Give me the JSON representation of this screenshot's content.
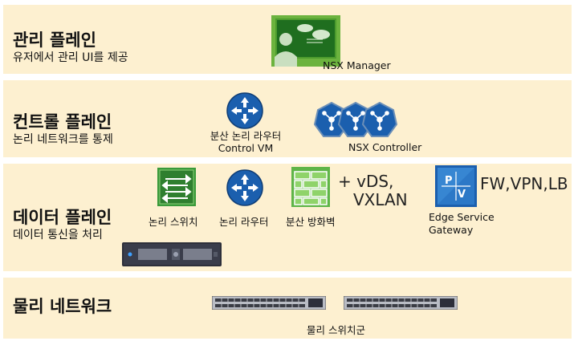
{
  "management": {
    "title": "관리 플레인",
    "subtitle": "유저에서 관리 UI를 제공",
    "manager_label": "NSX Manager"
  },
  "control": {
    "title": "컨트롤 플레인",
    "subtitle": "논리 네트워크를 통제",
    "router_vm_label_line1": "분산 논리 라우터",
    "router_vm_label_line2": "Control VM",
    "controller_label": "NSX Controller"
  },
  "data": {
    "title": "데이터 플레인",
    "subtitle": "데이터 통신을 처리",
    "switch_label": "논리 스위치",
    "router_label": "논리 라우터",
    "firewall_label": "분산 방화벽",
    "vds_text_line1": "+ vDS,",
    "vds_text_line2": "VXLAN",
    "edge_label_line1": "Edge Service",
    "edge_label_line2": "Gateway",
    "edge_services": "FW,VPN,LB"
  },
  "physical": {
    "title": "물리 네트워크",
    "switches_label": "물리 스위치군"
  },
  "colors": {
    "band_background": "#fdf0d0",
    "icon_blue": "#1b5fae",
    "icon_green": "#3a9a3a",
    "server_dark": "#2d2f3a"
  },
  "icons": [
    "nsx-manager-icon",
    "router-icon",
    "controller-cluster-icon",
    "logical-switch-icon",
    "firewall-icon",
    "edge-gateway-icon",
    "server-icon",
    "physical-switch-icon"
  ]
}
